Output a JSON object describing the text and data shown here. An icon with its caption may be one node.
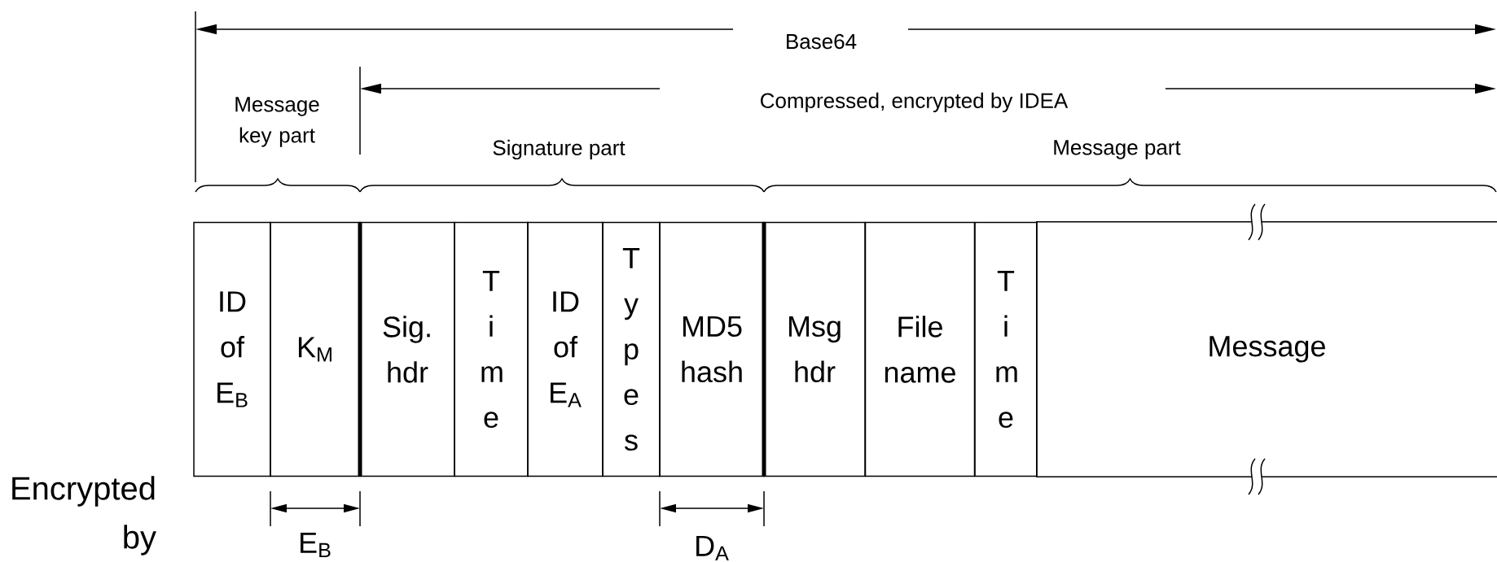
{
  "diagram": {
    "nodes": [
      {
        "text": [
          "ID of E$_{B}$"
        ]
      },
      {
        "text": [
          "K$_{M}$"
        ]
      },
      {
        "text": [
          "Sig. hdr"
        ]
      },
      {
        "text": [
          "T i m e"
        ]
      },
      {
        "text": [
          "ID of E$_{A}$"
        ]
      },
      {
        "text": [
          "T y p e s"
        ]
      },
      {
        "text": [
          "MD5 hash"
        ]
      },
      {
        "text": [
          "Msg hdr"
        ]
      },
      {
        "text": [
          "File name"
        ]
      },
      {
        "text": [
          "T i m e"
        ]
      },
      {
        "text": [
          "Message"
        ]
      }
    ],
    "labels": [
      "Base64",
      "Message key part",
      "Compressed, encrypted by IDEA",
      "Signature part",
      "Message part",
      "Encrypted by",
      "E$_{B}$",
      "D$_{A}$"
    ]
  }
}
